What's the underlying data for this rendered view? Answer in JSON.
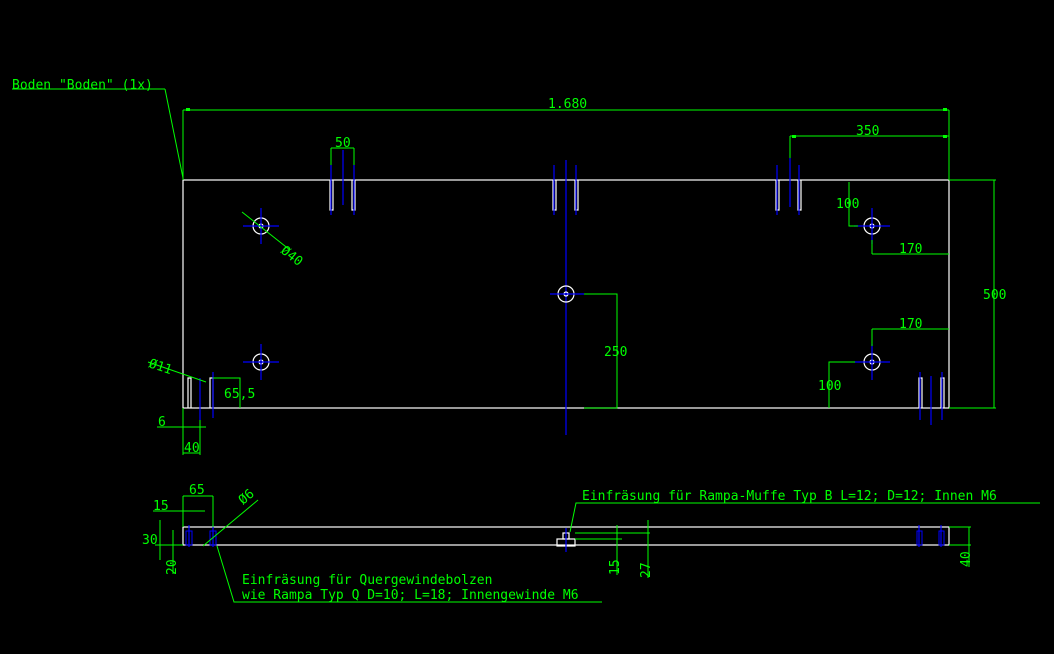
{
  "drawing": {
    "colors": {
      "background": "#000000",
      "outline": "#ffffff",
      "dimension": "#00ff00",
      "centerline": "#0000ff"
    },
    "part_label": "Boden \"Boden\" (1x)",
    "top_view": {
      "dims": {
        "overall_length": "1.680",
        "right_offset": "350",
        "slot_pair_width": "50",
        "height": "500",
        "hole_top_right_y": "100",
        "hole_top_right_x": "170",
        "hole_bottom_right_x": "170",
        "hole_bottom_right_y": "100",
        "center_hole_y": "250",
        "hole_dia_large": "Ø40",
        "hole_dia_small": "Ø11",
        "slot_depth": "65,5",
        "edge_6": "6",
        "edge_40": "40"
      }
    },
    "side_view": {
      "dims": {
        "d65": "65",
        "d15_left": "15",
        "d30": "30",
        "d20": "20",
        "dia6": "Ø6",
        "d15": "15",
        "d27": "27",
        "thickness": "40"
      },
      "notes": {
        "muffe": "Einfräsung für Rampa-Muffe Typ B L=12; D=12; Innen M6",
        "quer_line1": "Einfräsung für Quergewindebolzen",
        "quer_line2": "wie Rampa Typ Q D=10; L=18; Innengewinde M6"
      }
    }
  }
}
